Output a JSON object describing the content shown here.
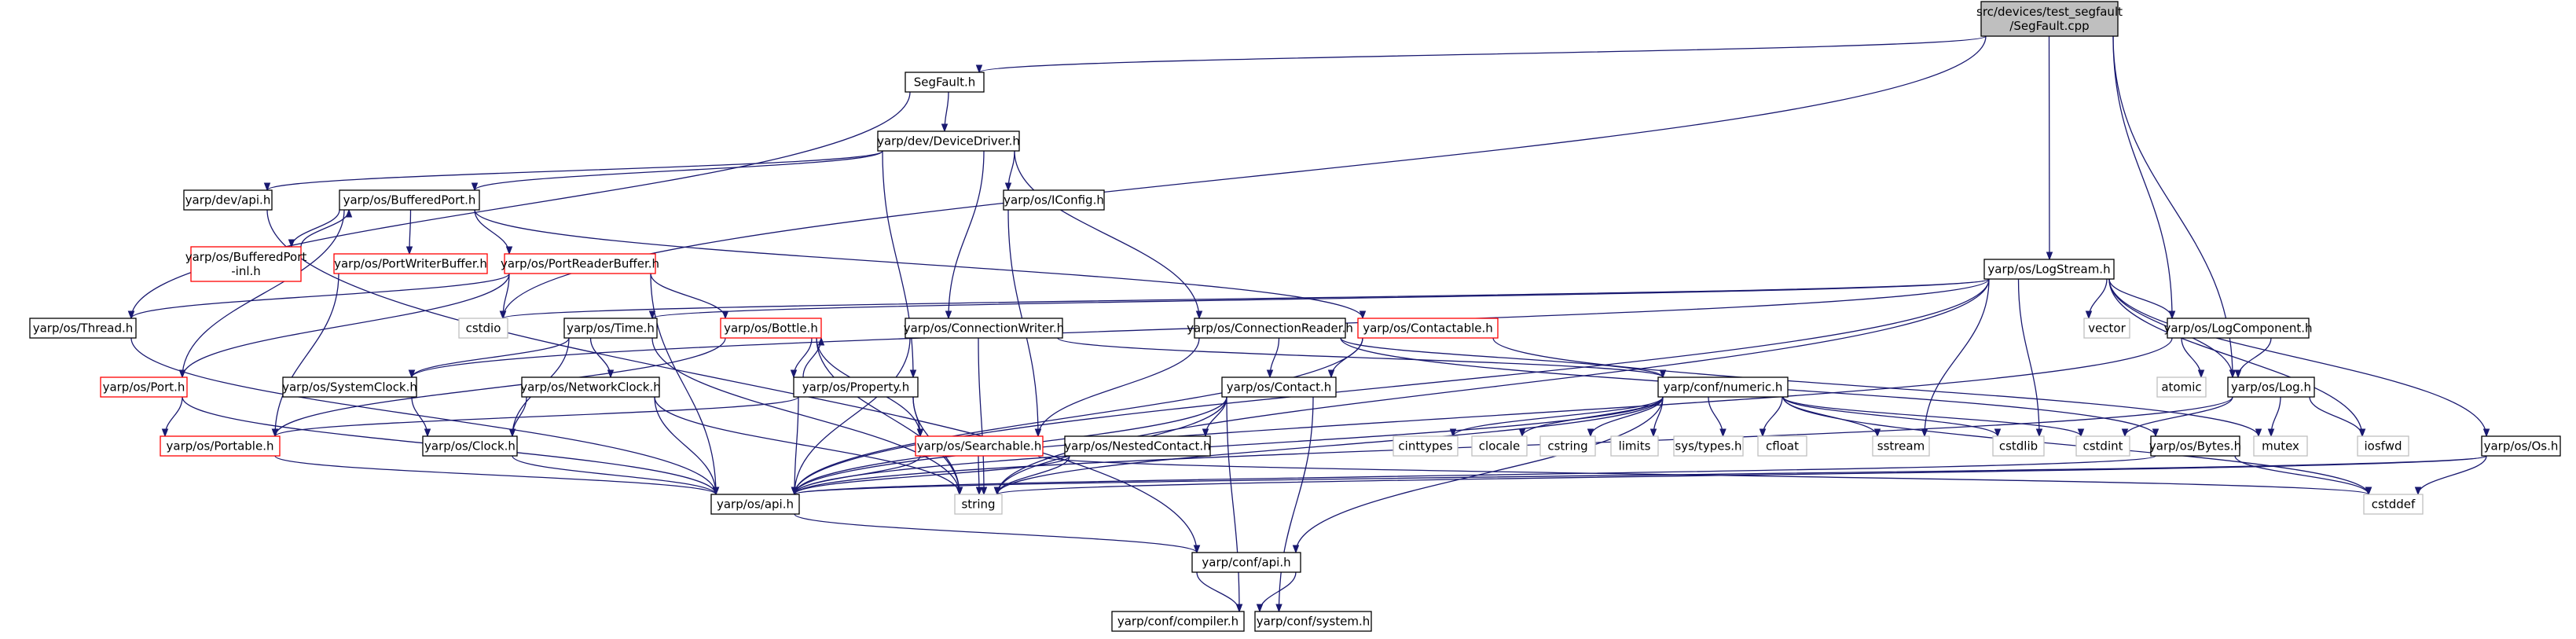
{
  "colors": {
    "root_fill": "#bfbfbf",
    "normal_fill": "#ffffff",
    "normal_border": "#000000",
    "incomplete_border": "#ff0000",
    "system_border": "#bfbfbf",
    "edge": "#191970"
  },
  "nodes": [
    {
      "id": "root",
      "lines": [
        "src/devices/test_segfault",
        "/SegFault.cpp"
      ],
      "kind": "root"
    },
    {
      "id": "segfault_h",
      "lines": [
        "SegFault.h"
      ],
      "kind": "normal"
    },
    {
      "id": "devicedriver",
      "lines": [
        "yarp/dev/DeviceDriver.h"
      ],
      "kind": "normal"
    },
    {
      "id": "dev_api",
      "lines": [
        "yarp/dev/api.h"
      ],
      "kind": "normal"
    },
    {
      "id": "bufferedport",
      "lines": [
        "yarp/os/BufferedPort.h"
      ],
      "kind": "normal"
    },
    {
      "id": "iconfig",
      "lines": [
        "yarp/os/IConfig.h"
      ],
      "kind": "normal"
    },
    {
      "id": "bufferedport_inl",
      "lines": [
        "yarp/os/BufferedPort",
        "-inl.h"
      ],
      "kind": "incomplete"
    },
    {
      "id": "portwriterbuffer",
      "lines": [
        "yarp/os/PortWriterBuffer.h"
      ],
      "kind": "incomplete"
    },
    {
      "id": "portreaderbuffer",
      "lines": [
        "yarp/os/PortReaderBuffer.h"
      ],
      "kind": "incomplete"
    },
    {
      "id": "logstream",
      "lines": [
        "yarp/os/LogStream.h"
      ],
      "kind": "normal"
    },
    {
      "id": "thread",
      "lines": [
        "yarp/os/Thread.h"
      ],
      "kind": "normal"
    },
    {
      "id": "cstdio",
      "lines": [
        "cstdio"
      ],
      "kind": "system"
    },
    {
      "id": "time",
      "lines": [
        "yarp/os/Time.h"
      ],
      "kind": "normal"
    },
    {
      "id": "bottle",
      "lines": [
        "yarp/os/Bottle.h"
      ],
      "kind": "incomplete"
    },
    {
      "id": "connectionwriter",
      "lines": [
        "yarp/os/ConnectionWriter.h"
      ],
      "kind": "normal"
    },
    {
      "id": "connectionreader",
      "lines": [
        "yarp/os/ConnectionReader.h"
      ],
      "kind": "normal"
    },
    {
      "id": "contactable",
      "lines": [
        "yarp/os/Contactable.h"
      ],
      "kind": "incomplete"
    },
    {
      "id": "vector",
      "lines": [
        "vector"
      ],
      "kind": "system"
    },
    {
      "id": "logcomponent",
      "lines": [
        "yarp/os/LogComponent.h"
      ],
      "kind": "normal"
    },
    {
      "id": "port",
      "lines": [
        "yarp/os/Port.h"
      ],
      "kind": "incomplete"
    },
    {
      "id": "systemclock",
      "lines": [
        "yarp/os/SystemClock.h"
      ],
      "kind": "normal"
    },
    {
      "id": "networkclock",
      "lines": [
        "yarp/os/NetworkClock.h"
      ],
      "kind": "normal"
    },
    {
      "id": "property",
      "lines": [
        "yarp/os/Property.h"
      ],
      "kind": "normal"
    },
    {
      "id": "contact",
      "lines": [
        "yarp/os/Contact.h"
      ],
      "kind": "normal"
    },
    {
      "id": "numeric",
      "lines": [
        "yarp/conf/numeric.h"
      ],
      "kind": "normal"
    },
    {
      "id": "atomic",
      "lines": [
        "atomic"
      ],
      "kind": "system"
    },
    {
      "id": "log",
      "lines": [
        "yarp/os/Log.h"
      ],
      "kind": "normal"
    },
    {
      "id": "portable",
      "lines": [
        "yarp/os/Portable.h"
      ],
      "kind": "incomplete"
    },
    {
      "id": "clock",
      "lines": [
        "yarp/os/Clock.h"
      ],
      "kind": "normal"
    },
    {
      "id": "searchable",
      "lines": [
        "yarp/os/Searchable.h"
      ],
      "kind": "incomplete"
    },
    {
      "id": "nestedcontact",
      "lines": [
        "yarp/os/NestedContact.h"
      ],
      "kind": "normal"
    },
    {
      "id": "cinttypes",
      "lines": [
        "cinttypes"
      ],
      "kind": "system"
    },
    {
      "id": "clocale",
      "lines": [
        "clocale"
      ],
      "kind": "system"
    },
    {
      "id": "cstring",
      "lines": [
        "cstring"
      ],
      "kind": "system"
    },
    {
      "id": "limits",
      "lines": [
        "limits"
      ],
      "kind": "system"
    },
    {
      "id": "systypes",
      "lines": [
        "sys/types.h"
      ],
      "kind": "system"
    },
    {
      "id": "cfloat",
      "lines": [
        "cfloat"
      ],
      "kind": "system"
    },
    {
      "id": "sstream",
      "lines": [
        "sstream"
      ],
      "kind": "system"
    },
    {
      "id": "cstdlib",
      "lines": [
        "cstdlib"
      ],
      "kind": "system"
    },
    {
      "id": "cstdint",
      "lines": [
        "cstdint"
      ],
      "kind": "system"
    },
    {
      "id": "bytes",
      "lines": [
        "yarp/os/Bytes.h"
      ],
      "kind": "normal"
    },
    {
      "id": "mutex",
      "lines": [
        "mutex"
      ],
      "kind": "system"
    },
    {
      "id": "iosfwd",
      "lines": [
        "iosfwd"
      ],
      "kind": "system"
    },
    {
      "id": "os_h",
      "lines": [
        "yarp/os/Os.h"
      ],
      "kind": "normal"
    },
    {
      "id": "os_api",
      "lines": [
        "yarp/os/api.h"
      ],
      "kind": "normal"
    },
    {
      "id": "string",
      "lines": [
        "string"
      ],
      "kind": "system"
    },
    {
      "id": "cstddef",
      "lines": [
        "cstddef"
      ],
      "kind": "system"
    },
    {
      "id": "conf_api",
      "lines": [
        "yarp/conf/api.h"
      ],
      "kind": "normal"
    },
    {
      "id": "conf_compiler",
      "lines": [
        "yarp/conf/compiler.h"
      ],
      "kind": "normal"
    },
    {
      "id": "conf_system",
      "lines": [
        "yarp/conf/system.h"
      ],
      "kind": "normal"
    }
  ],
  "edges": [
    [
      "root",
      "segfault_h"
    ],
    [
      "root",
      "logstream"
    ],
    [
      "root",
      "logcomponent"
    ],
    [
      "root",
      "log"
    ],
    [
      "root",
      "cstdio"
    ],
    [
      "segfault_h",
      "devicedriver"
    ],
    [
      "segfault_h",
      "thread"
    ],
    [
      "devicedriver",
      "dev_api"
    ],
    [
      "devicedriver",
      "bufferedport"
    ],
    [
      "devicedriver",
      "iconfig"
    ],
    [
      "devicedriver",
      "property"
    ],
    [
      "devicedriver",
      "connectionwriter"
    ],
    [
      "devicedriver",
      "connectionreader"
    ],
    [
      "dev_api",
      "conf_api"
    ],
    [
      "bufferedport",
      "bufferedport_inl"
    ],
    [
      "bufferedport_inl",
      "bufferedport"
    ],
    [
      "bufferedport",
      "portwriterbuffer"
    ],
    [
      "bufferedport",
      "portreaderbuffer"
    ],
    [
      "bufferedport",
      "contactable"
    ],
    [
      "bufferedport",
      "port"
    ],
    [
      "iconfig",
      "searchable"
    ],
    [
      "portwriterbuffer",
      "portable"
    ],
    [
      "portreaderbuffer",
      "thread"
    ],
    [
      "portreaderbuffer",
      "cstdio"
    ],
    [
      "portreaderbuffer",
      "port"
    ],
    [
      "portreaderbuffer",
      "bottle"
    ],
    [
      "portreaderbuffer",
      "os_api"
    ],
    [
      "logstream",
      "cstdio"
    ],
    [
      "logstream",
      "time"
    ],
    [
      "logstream",
      "systemclock"
    ],
    [
      "logstream",
      "os_api"
    ],
    [
      "logstream",
      "vector"
    ],
    [
      "logstream",
      "logcomponent"
    ],
    [
      "logstream",
      "log"
    ],
    [
      "logstream",
      "sstream"
    ],
    [
      "logstream",
      "cstdlib"
    ],
    [
      "logstream",
      "iosfwd"
    ],
    [
      "logstream",
      "os_h"
    ],
    [
      "logstream",
      "string"
    ],
    [
      "thread",
      "os_api"
    ],
    [
      "time",
      "systemclock"
    ],
    [
      "time",
      "networkclock"
    ],
    [
      "time",
      "clock"
    ],
    [
      "time",
      "string"
    ],
    [
      "bottle",
      "property"
    ],
    [
      "property",
      "bottle"
    ],
    [
      "bottle",
      "portable"
    ],
    [
      "bottle",
      "searchable"
    ],
    [
      "bottle",
      "string"
    ],
    [
      "connectionwriter",
      "os_api"
    ],
    [
      "connectionwriter",
      "numeric"
    ],
    [
      "connectionwriter",
      "string"
    ],
    [
      "connectionreader",
      "contact"
    ],
    [
      "connectionreader",
      "numeric"
    ],
    [
      "connectionreader",
      "searchable"
    ],
    [
      "connectionreader",
      "bytes"
    ],
    [
      "contactable",
      "contact"
    ],
    [
      "contactable",
      "mutex"
    ],
    [
      "contactable",
      "os_api"
    ],
    [
      "logcomponent",
      "atomic"
    ],
    [
      "logcomponent",
      "log"
    ],
    [
      "logcomponent",
      "os_api"
    ],
    [
      "port",
      "portable"
    ],
    [
      "port",
      "os_api"
    ],
    [
      "systemclock",
      "clock"
    ],
    [
      "networkclock",
      "clock"
    ],
    [
      "networkclock",
      "os_api"
    ],
    [
      "networkclock",
      "string"
    ],
    [
      "property",
      "portable"
    ],
    [
      "property",
      "searchable"
    ],
    [
      "property",
      "string"
    ],
    [
      "property",
      "os_api"
    ],
    [
      "contact",
      "nestedcontact"
    ],
    [
      "contact",
      "os_api"
    ],
    [
      "contact",
      "string"
    ],
    [
      "contact",
      "conf_compiler"
    ],
    [
      "contact",
      "conf_system"
    ],
    [
      "numeric",
      "cinttypes"
    ],
    [
      "numeric",
      "clocale"
    ],
    [
      "numeric",
      "cstring"
    ],
    [
      "numeric",
      "limits"
    ],
    [
      "numeric",
      "systypes"
    ],
    [
      "numeric",
      "cfloat"
    ],
    [
      "numeric",
      "sstream"
    ],
    [
      "numeric",
      "cstdlib"
    ],
    [
      "numeric",
      "cstdint"
    ],
    [
      "numeric",
      "cstddef"
    ],
    [
      "numeric",
      "conf_api"
    ],
    [
      "numeric",
      "os_api"
    ],
    [
      "numeric",
      "string"
    ],
    [
      "log",
      "cstdint"
    ],
    [
      "log",
      "mutex"
    ],
    [
      "log",
      "iosfwd"
    ],
    [
      "log",
      "os_api"
    ],
    [
      "portable",
      "os_api"
    ],
    [
      "clock",
      "os_api"
    ],
    [
      "searchable",
      "os_api"
    ],
    [
      "searchable",
      "string"
    ],
    [
      "searchable",
      "cstddef"
    ],
    [
      "nestedcontact",
      "os_api"
    ],
    [
      "nestedcontact",
      "string"
    ],
    [
      "bytes",
      "cstddef"
    ],
    [
      "bytes",
      "os_api"
    ],
    [
      "os_h",
      "cstddef"
    ],
    [
      "os_h",
      "string"
    ],
    [
      "os_h",
      "os_api"
    ],
    [
      "os_api",
      "conf_api"
    ],
    [
      "conf_api",
      "conf_compiler"
    ],
    [
      "conf_api",
      "conf_system"
    ]
  ]
}
